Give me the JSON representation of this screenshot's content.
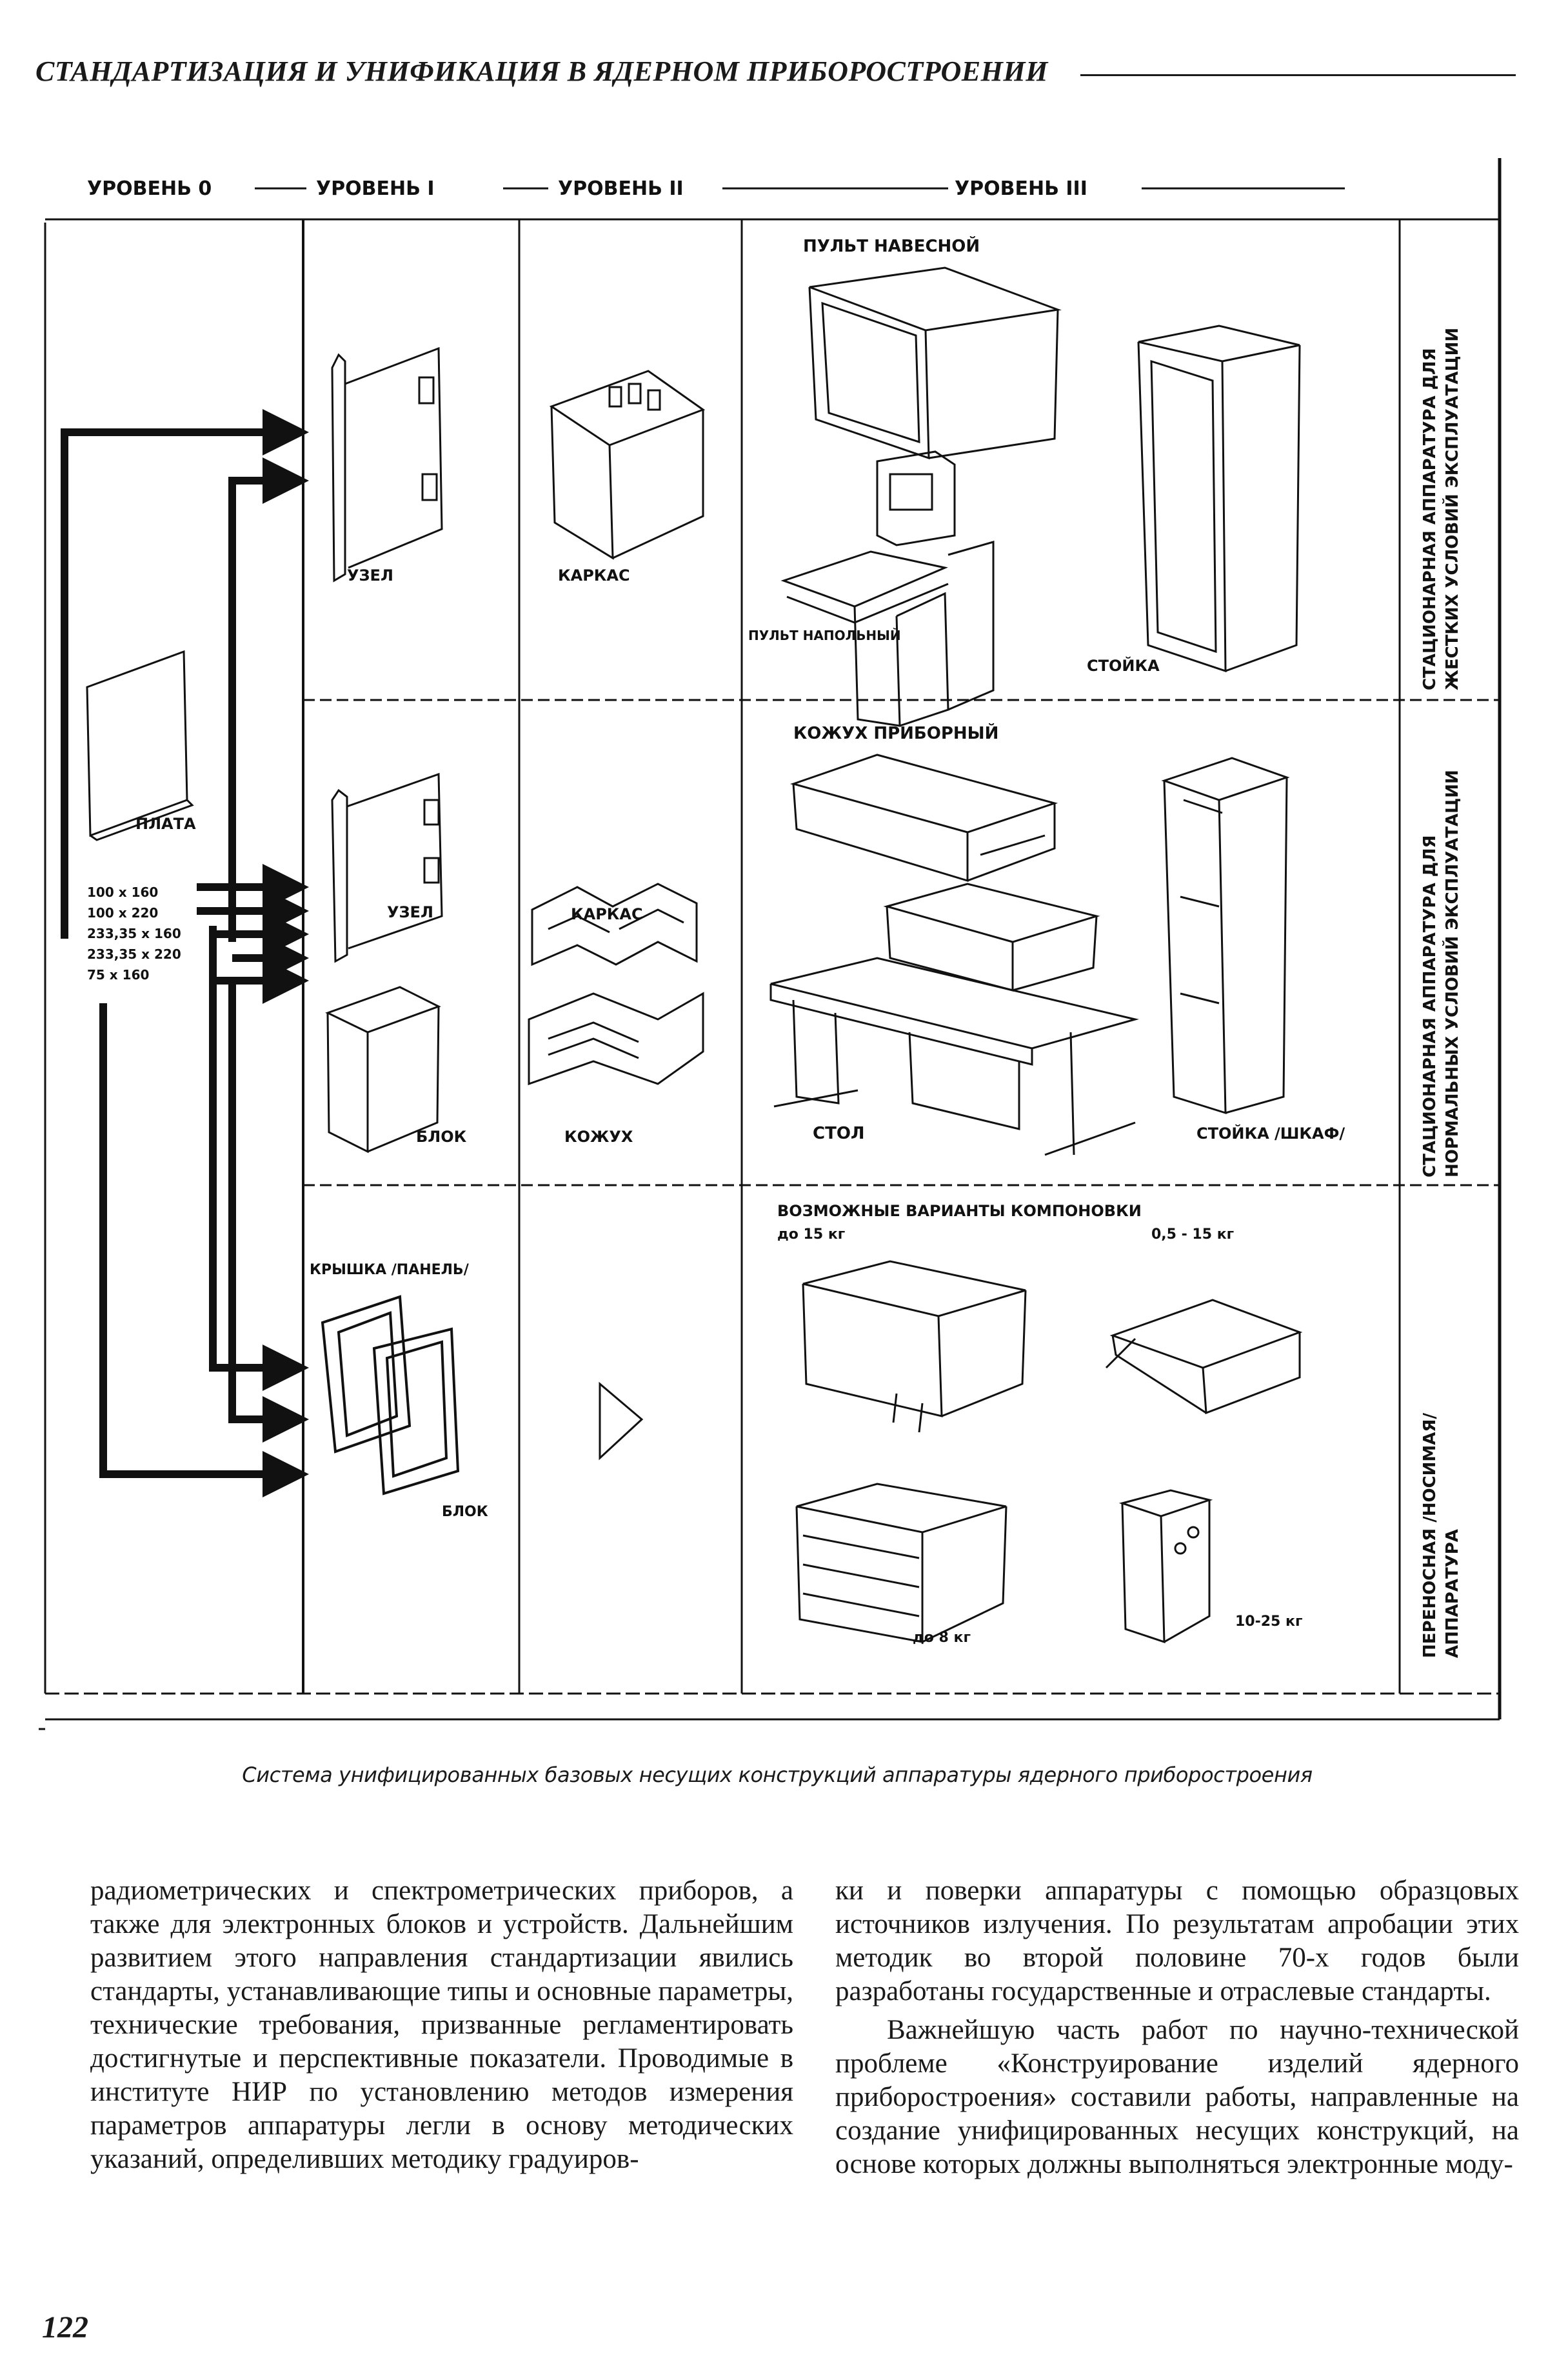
{
  "header": {
    "running_title": "СТАНДАРТИЗАЦИЯ И УНИФИКАЦИЯ В ЯДЕРНОМ ПРИБОРОСТРОЕНИИ"
  },
  "figure": {
    "levels": [
      "УРОВЕНЬ 0",
      "УРОВЕНЬ I",
      "УРОВЕНЬ II",
      "УРОВЕНЬ III"
    ],
    "labels": {
      "plate": "ПЛАТА",
      "node_1": "УЗЕЛ",
      "frame_1": "КАРКАС",
      "console_wall": "ПУЛЬТ НАВЕСНОЙ",
      "console_floor": "ПУЛЬТ НАПОЛЬНЫЙ",
      "rack_1": "СТОЙКА",
      "instrument_case": "КОЖУХ ПРИБОРНЫЙ",
      "node_2": "УЗЕЛ",
      "frame_2": "КАРКАС",
      "block_1": "БЛОК",
      "case": "КОЖУХ",
      "table": "СТОЛ",
      "rack_cabinet": "СТОЙКА /ШКАФ/",
      "cover_panel": "КРЫШКА /ПАНЕЛЬ/",
      "block_2": "БЛОК",
      "layout_variants": "ВОЗМОЖНЫЕ ВАРИАНТЫ КОМПОНОВКИ",
      "weight_1": "до 15 кг",
      "weight_2": "0,5 - 15 кг",
      "weight_3": "до 8 кг",
      "weight_4": "10-25 кг"
    },
    "plate_sizes": [
      "100 x 160",
      "100 x 220",
      "233,35 x 160",
      "233,35 x 220",
      "75 x 160"
    ],
    "row_labels": {
      "row1": [
        "СТАЦИОНАРНАЯ АППАРАТУРА ДЛЯ",
        "ЖЕСТКИХ УСЛОВИЙ ЭКСПЛУАТАЦИИ"
      ],
      "row2": [
        "СТАЦИОНАРНАЯ АППАРАТУРА ДЛЯ",
        "НОРМАЛЬНЫХ УСЛОВИЙ ЭКСПЛУАТАЦИИ"
      ],
      "row3": [
        "ПЕРЕНОСНАЯ /НОСИМАЯ/",
        "АППАРАТУРА"
      ]
    }
  },
  "caption": "Система унифицированных базовых несущих конструкций аппаратуры ядерного приборостроения",
  "body": {
    "left_paragraph": "радиометрических и спектрометрических приборов, а также для электронных блоков и устройств. Дальнейшим развитием этого направления стандартизации явились стандарты, устанавливающие типы и основные параметры, технические требования, призванные регламентировать достигнутые и перспективные показатели. Проводимые в институте НИР по установлению методов измерения параметров аппаратуры легли в основу методических указаний, определивших методику градуиров-",
    "right_paragraph_1": "ки и поверки аппаратуры с помощью образцовых источников излучения. По результатам апробации этих методик во второй половине 70-х годов были разработаны государственные и отраслевые стандарты.",
    "right_paragraph_2": "Важнейшую часть работ по научно-технической проблеме «Конструирование изделий ядерного приборостроения» составили работы, направленные на создание унифицированных несущих конструкций, на основе которых должны выполняться электронные моду-"
  },
  "page_number": "122"
}
